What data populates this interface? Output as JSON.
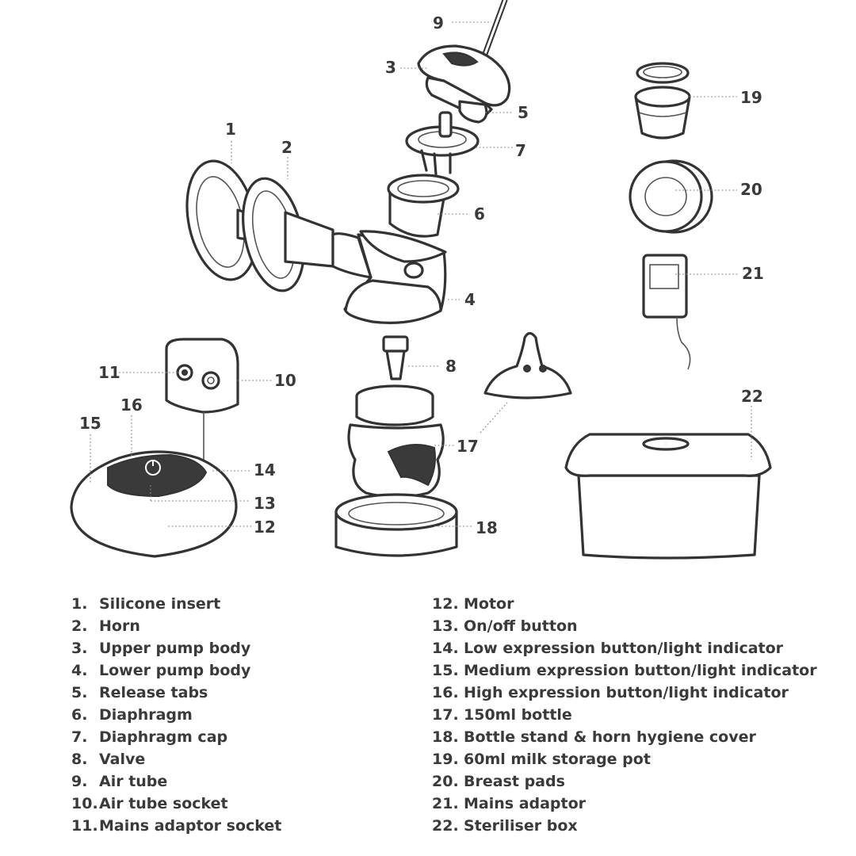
{
  "callouts": [
    "1",
    "2",
    "3",
    "4",
    "5",
    "6",
    "7",
    "8",
    "9",
    "10",
    "11",
    "12",
    "13",
    "14",
    "15",
    "16",
    "17",
    "18",
    "19",
    "20",
    "21",
    "22"
  ],
  "legend_left": [
    {
      "num": "1.",
      "label": "Silicone insert"
    },
    {
      "num": "2.",
      "label": "Horn"
    },
    {
      "num": "3.",
      "label": "Upper pump body"
    },
    {
      "num": "4.",
      "label": "Lower pump body"
    },
    {
      "num": "5.",
      "label": "Release tabs"
    },
    {
      "num": "6.",
      "label": "Diaphragm"
    },
    {
      "num": "7.",
      "label": "Diaphragm cap"
    },
    {
      "num": "8.",
      "label": "Valve"
    },
    {
      "num": "9.",
      "label": "Air tube"
    },
    {
      "num": "10.",
      "label": "Air tube socket"
    },
    {
      "num": "11.",
      "label": "Mains adaptor socket"
    }
  ],
  "legend_right": [
    {
      "num": "12.",
      "label": "Motor"
    },
    {
      "num": "13.",
      "label": "On/off button"
    },
    {
      "num": "14.",
      "label": "Low expression button/light indicator"
    },
    {
      "num": "15.",
      "label": "Medium expression button/light indicator"
    },
    {
      "num": "16.",
      "label": "High expression button/light indicator"
    },
    {
      "num": "17.",
      "label": "150ml bottle"
    },
    {
      "num": "18.",
      "label": "Bottle stand & horn hygiene cover"
    },
    {
      "num": "19.",
      "label": "60ml milk storage pot"
    },
    {
      "num": "20.",
      "label": "Breast pads"
    },
    {
      "num": "21.",
      "label": "Mains adaptor"
    },
    {
      "num": "22.",
      "label": "Steriliser box"
    }
  ],
  "colors": {
    "line": "#333333",
    "text": "#3a3a3a",
    "leader": "#8a8a8a",
    "background": "#ffffff"
  }
}
